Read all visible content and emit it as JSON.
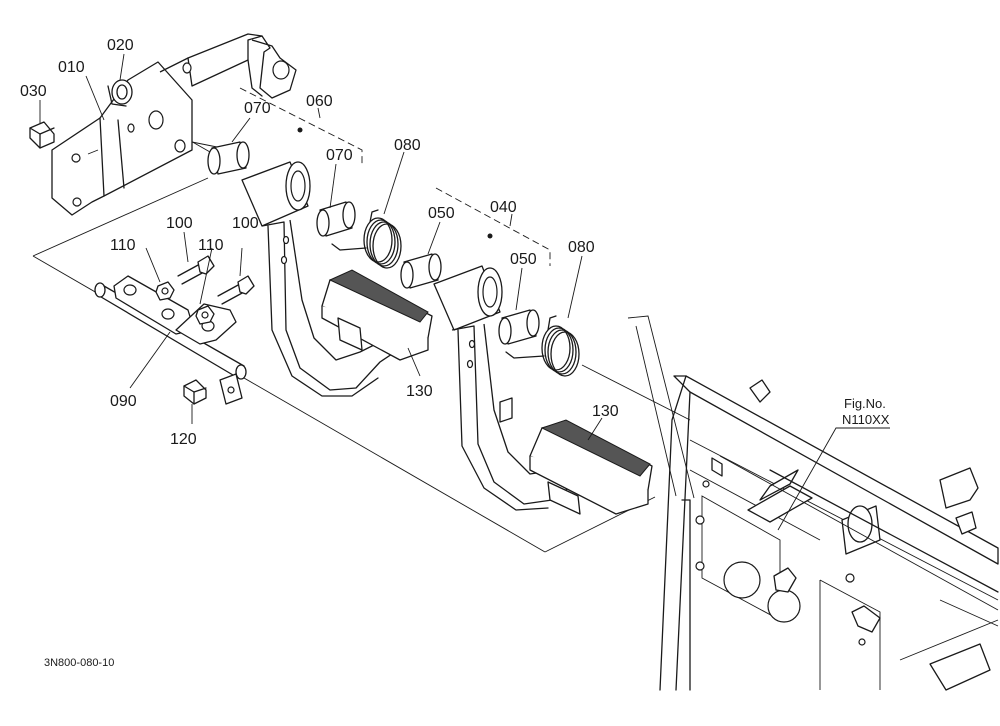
{
  "labels": {
    "p010": "010",
    "p020": "020",
    "p030": "030",
    "p040": "040",
    "p050a": "050",
    "p050b": "050",
    "p060": "060",
    "p070a": "070",
    "p070b": "070",
    "p080a": "080",
    "p080b": "080",
    "p090": "090",
    "p100a": "100",
    "p100b": "100",
    "p110a": "110",
    "p110b": "110",
    "p120": "120",
    "p130a": "130",
    "p130b": "130"
  },
  "reference": {
    "fig_label": "Fig.No.",
    "fig_number": "N110XX"
  },
  "drawing_code": "3N800-080-10"
}
